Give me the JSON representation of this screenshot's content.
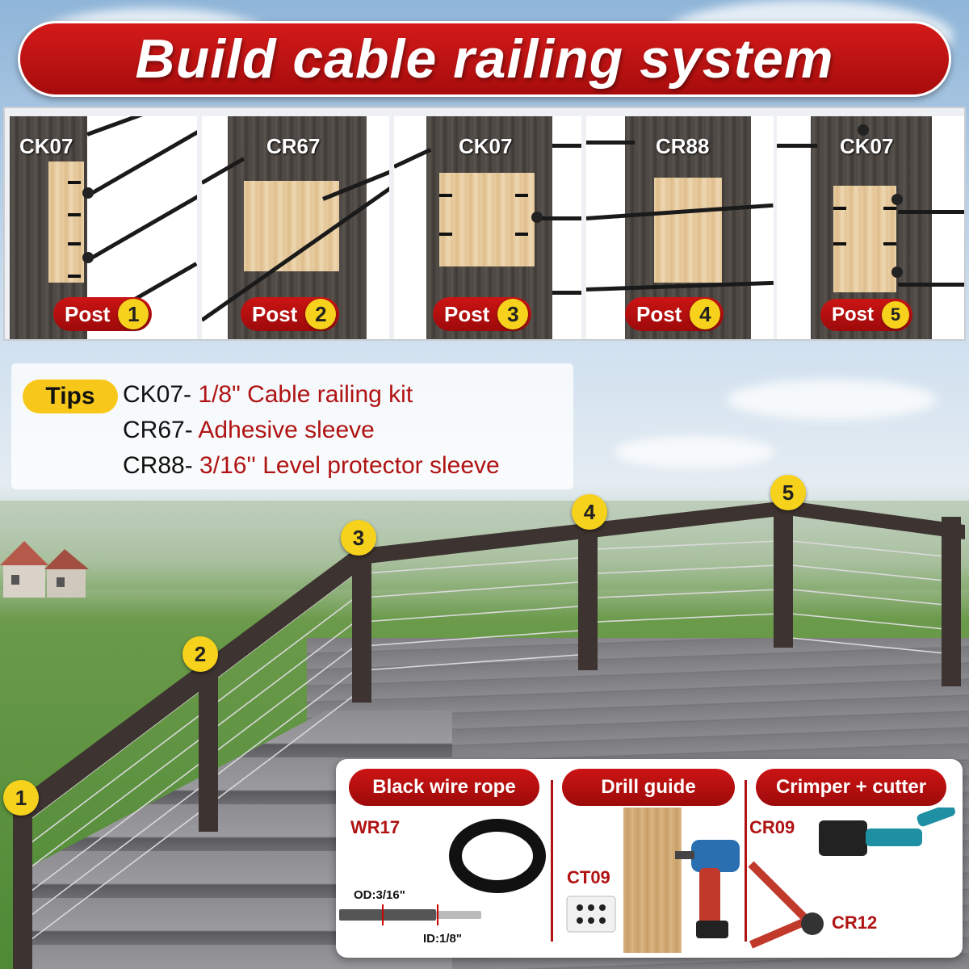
{
  "banner": {
    "title": "Build cable railing system"
  },
  "posts": [
    {
      "code": "CK07",
      "label": "Post",
      "number": "1"
    },
    {
      "code": "CR67",
      "label": "Post",
      "number": "2"
    },
    {
      "code": "CK07",
      "label": "Post",
      "number": "3"
    },
    {
      "code": "CR88",
      "label": "Post",
      "number": "4"
    },
    {
      "code": "CK07",
      "label": "Post",
      "number": "5"
    }
  ],
  "tips": {
    "badge": "Tips",
    "rows": [
      {
        "code": "CK07-",
        "desc": "1/8\" Cable railing kit"
      },
      {
        "code": "CR67-",
        "desc": "Adhesive sleeve"
      },
      {
        "code": "CR88-",
        "desc": "3/16'' Level protector sleeve"
      }
    ]
  },
  "scene_markers": [
    "1",
    "2",
    "3",
    "4",
    "5"
  ],
  "products": {
    "wire_rope": {
      "title": "Black wire rope",
      "code": "WR17",
      "od": "OD:3/16\"",
      "id": "ID:1/8\""
    },
    "drill_guide": {
      "title": "Drill guide",
      "code": "CT09"
    },
    "crimper": {
      "title": "Crimper + cutter",
      "code_a": "CR09",
      "code_b": "CR12"
    }
  },
  "colors": {
    "banner_red": "#c41414",
    "badge_yellow": "#f7d21c",
    "tip_text_red": "#b01313"
  }
}
